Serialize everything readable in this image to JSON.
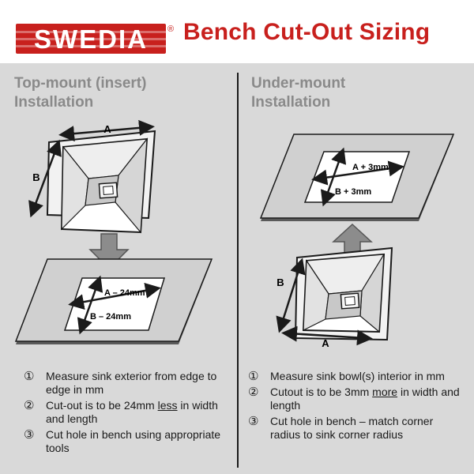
{
  "header": {
    "brand": "SWEDIA",
    "registered": "®",
    "title": "Bench Cut-Out Sizing",
    "brand_color": "#c8201d"
  },
  "left": {
    "heading_line1": "Top-mount (insert)",
    "heading_line2": "Installation",
    "sink_labels": {
      "a": "A",
      "b": "B"
    },
    "cutout_labels": {
      "a": "A – 24mm",
      "b": "B – 24mm"
    },
    "steps": [
      {
        "num": "①",
        "before": "Measure sink exterior from edge to edge in mm",
        "underlined": "",
        "after": ""
      },
      {
        "num": "②",
        "before": "Cut-out is to be 24mm ",
        "underlined": "less",
        "after": " in width and length"
      },
      {
        "num": "③",
        "before": "Cut hole in bench using appropriate tools",
        "underlined": "",
        "after": ""
      }
    ]
  },
  "right": {
    "heading_line1": "Under-mount",
    "heading_line2": "Installation",
    "cutout_labels": {
      "a": "A + 3mm",
      "b": "B + 3mm"
    },
    "sink_labels": {
      "a": "A",
      "b": "B"
    },
    "steps": [
      {
        "num": "①",
        "before": "Measure sink bowl(s) interior in mm",
        "underlined": "",
        "after": ""
      },
      {
        "num": "②",
        "before": "Cutout is to be 3mm ",
        "underlined": "more",
        "after": " in width and length"
      },
      {
        "num": "③",
        "before": "Cut hole in bench – match corner radius to sink corner radius",
        "underlined": "",
        "after": ""
      }
    ]
  },
  "colors": {
    "panel": "#d9d9d9",
    "bench": "#d0d0d0",
    "arrow": "#8c8c8c",
    "ink": "#1a1a1a"
  },
  "icons": [
    "down-arrow-icon",
    "up-arrow-icon",
    "registered-mark-icon"
  ]
}
